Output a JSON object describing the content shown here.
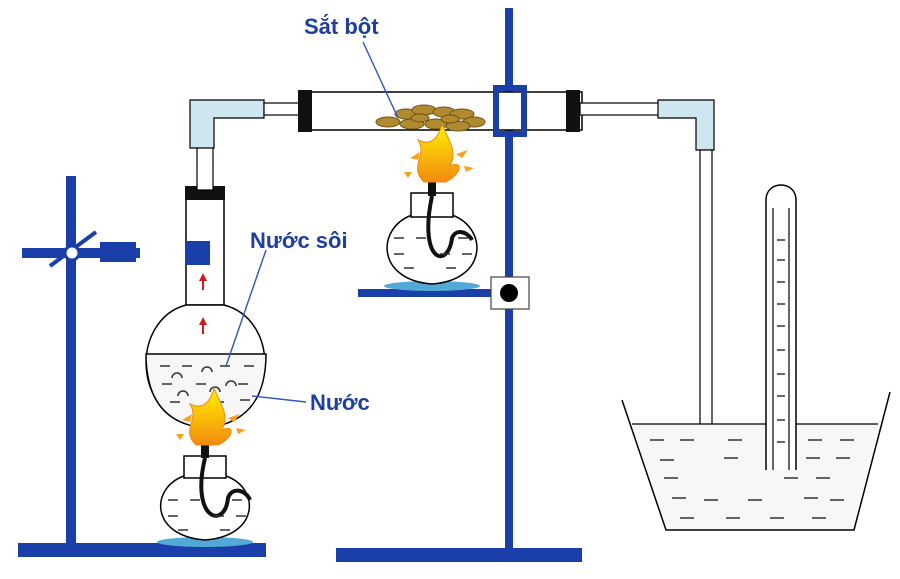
{
  "labels": {
    "iron_powder": "Sắt bột",
    "boiling_water": "Nước sôi",
    "water": "Nước"
  },
  "colors": {
    "stand": "#1b3fa8",
    "label": "#1f3f9f",
    "outline": "#000000",
    "connector": "#cde6ef",
    "water_dash": "#333333",
    "flame_outer": "#f6a21b",
    "flame_inner": "#fff200",
    "iron_particle": "#b08a2e",
    "dish": "#53a9d6",
    "arrow": "#d11a1a"
  },
  "icons": {
    "clamp": "clamp-icon",
    "burner": "alcohol-lamp-icon",
    "flame": "flame-icon",
    "arrow": "arrow-up-icon"
  }
}
